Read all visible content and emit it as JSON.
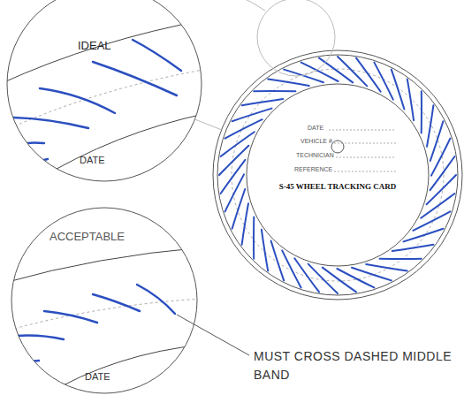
{
  "diagram": {
    "nodes": [
      {
        "text": [
          "IDEAL",
          "DATE"
        ]
      },
      {
        "text": [
          "ACCEPTABLE",
          "DATE"
        ]
      },
      {
        "text": [
          "DATE",
          "VEHICLE #",
          "TECHNICIAN",
          "REFERENCE",
          "S-45 WHEEL TRACKING CARD"
        ]
      }
    ],
    "edges": [
      {
        "from": 0,
        "to": 2,
        "arrow": "none"
      }
    ],
    "labels": [
      "MUST CROSS DASHED MIDDLE BAND"
    ]
  }
}
